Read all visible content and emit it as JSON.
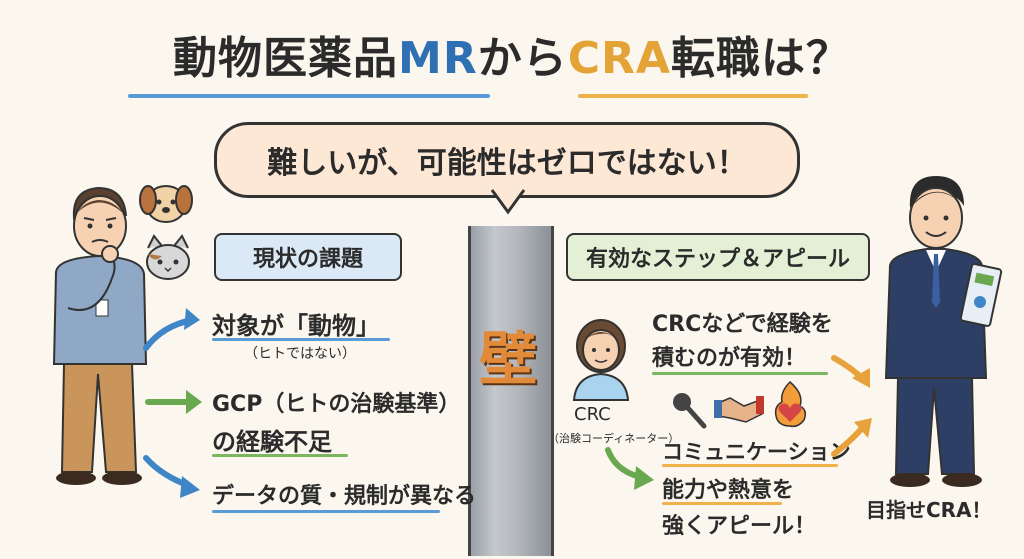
{
  "title": {
    "part1": "動物医薬品",
    "mr": "MR",
    "part2": "から",
    "cra": "CRA",
    "part3": "転職は？"
  },
  "bubble": "難しいが、可能性はゼロではない！",
  "wall_label": "壁",
  "left": {
    "header": "現状の課題",
    "items": [
      {
        "main": "対象が「動物」",
        "sub": "（ヒトではない）"
      },
      {
        "main": "GCP（ヒトの治験基準）",
        "main2": "の経験不足"
      },
      {
        "main": "データの質・規制が異なる"
      }
    ]
  },
  "right": {
    "header": "有効なステップ＆アピール",
    "step1_line1": "CRCなどで経験を",
    "step1_line2": "積むのが有効！",
    "crc_label": "CRC",
    "crc_sub": "（治験コーディネーター）",
    "step2_line1": "コミュニケーション",
    "step2_line2": "能力や熱意を",
    "step2_line3": "強くアピール！",
    "goal": "目指せCRA！"
  },
  "colors": {
    "mr_blue": "#2f6fb3",
    "cra_orange": "#e4a336",
    "arrow_blue": "#3f86c8",
    "arrow_green": "#6aa84f",
    "arrow_orange": "#e8a23b"
  }
}
